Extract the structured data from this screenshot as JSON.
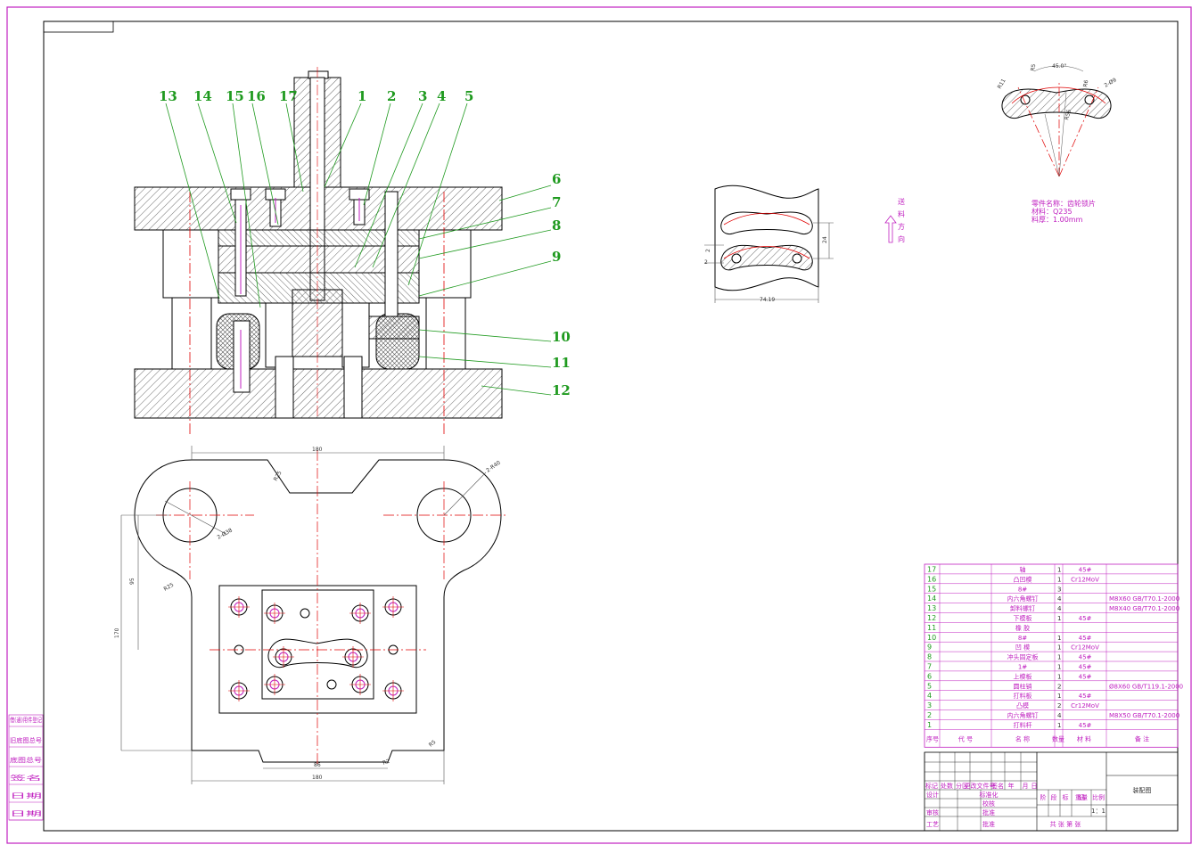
{
  "colors": {
    "border": "#c020c0",
    "frame": "#000000",
    "leader": "#1f9a1f",
    "center": "#e00000",
    "table_text": "#c020c0",
    "dim": "#333333"
  },
  "assembly_labels": [
    "13",
    "14",
    "15",
    "16",
    "17",
    "1",
    "2",
    "3",
    "4",
    "5",
    "6",
    "7",
    "8",
    "9",
    "10",
    "11",
    "12"
  ],
  "plan_dims": {
    "top_width": "180",
    "bottom_width": "180",
    "inner_width": "86",
    "height_95": "95",
    "height_170": "170",
    "r25_top": "R25",
    "r25_left": "R25",
    "r40": "2-R40",
    "hole": "2-Ø38",
    "r5": "R5",
    "r2": "R2"
  },
  "strip": {
    "width": "74.19",
    "pitch": "24",
    "gap1": "2",
    "gap2": "2"
  },
  "feed_direction": [
    "送",
    "料",
    "方",
    "向"
  ],
  "part": {
    "angle": "45.0°",
    "name_label": "零件名称：齿轮锁片",
    "material_label": "材料：Q235",
    "thickness_label": "料厚：1.00mm",
    "d1": "R11",
    "d2": "R5",
    "d3": "2-Ø9",
    "d4": "R56",
    "d5": "R6"
  },
  "bom": [
    {
      "no": "17",
      "name": "轴",
      "qty": "1",
      "material": "45#",
      "note": ""
    },
    {
      "no": "16",
      "name": "凸凹模",
      "qty": "1",
      "material": "Cr12MoV",
      "note": ""
    },
    {
      "no": "15",
      "name": "8#",
      "qty": "3",
      "material": "",
      "note": ""
    },
    {
      "no": "14",
      "name": "内六角螺钉",
      "qty": "4",
      "material": "",
      "note": "M8X60 GB/T70.1-2000"
    },
    {
      "no": "13",
      "name": "卸料螺钉",
      "qty": "4",
      "material": "",
      "note": "M8X40 GB/T70.1-2000"
    },
    {
      "no": "12",
      "name": "下模板",
      "qty": "1",
      "material": "45#",
      "note": ""
    },
    {
      "no": "11",
      "name": "橡 胶",
      "qty": "",
      "material": "",
      "note": ""
    },
    {
      "no": "10",
      "name": "8#",
      "qty": "1",
      "material": "45#",
      "note": ""
    },
    {
      "no": "9",
      "name": "凹 模",
      "qty": "1",
      "material": "Cr12MoV",
      "note": ""
    },
    {
      "no": "8",
      "name": "冲头固定板",
      "qty": "1",
      "material": "45#",
      "note": ""
    },
    {
      "no": "7",
      "name": "1#",
      "qty": "1",
      "material": "45#",
      "note": ""
    },
    {
      "no": "6",
      "name": "上模板",
      "qty": "1",
      "material": "45#",
      "note": ""
    },
    {
      "no": "5",
      "name": "圆柱销",
      "qty": "2",
      "material": "",
      "note": "Ø8X60 GB/T119.1-2000"
    },
    {
      "no": "4",
      "name": "打料板",
      "qty": "1",
      "material": "45#",
      "note": ""
    },
    {
      "no": "3",
      "name": "凸模",
      "qty": "2",
      "material": "Cr12MoV",
      "note": ""
    },
    {
      "no": "2",
      "name": "内六角螺钉",
      "qty": "4",
      "material": "",
      "note": "M8X50 GB/T70.1-2000"
    },
    {
      "no": "1",
      "name": "打料杆",
      "qty": "1",
      "material": "45#",
      "note": ""
    }
  ],
  "bom_header": {
    "no": "序号",
    "code": "代 号",
    "name": "名 称",
    "qty": "数量",
    "material": "材 料",
    "note": "备 注"
  },
  "title_block": {
    "row1": [
      "标记",
      "处数",
      "分区",
      "更改文件号",
      "签名",
      "年",
      "月",
      "日"
    ],
    "design": "设计",
    "std": "标准化",
    "review": "审核",
    "craft": "工艺",
    "check": "校核",
    "approve": "批准",
    "stage": [
      "阶",
      "段",
      "标",
      "记"
    ],
    "weight": "重量",
    "scale_label": "比例",
    "scale": "1：1",
    "sheets": "共  张  第  张",
    "title": "装配图"
  },
  "side_labels": [
    "借(通)用件登记",
    "旧底图总号",
    "底图总号",
    "签名",
    "日期",
    "日期"
  ]
}
